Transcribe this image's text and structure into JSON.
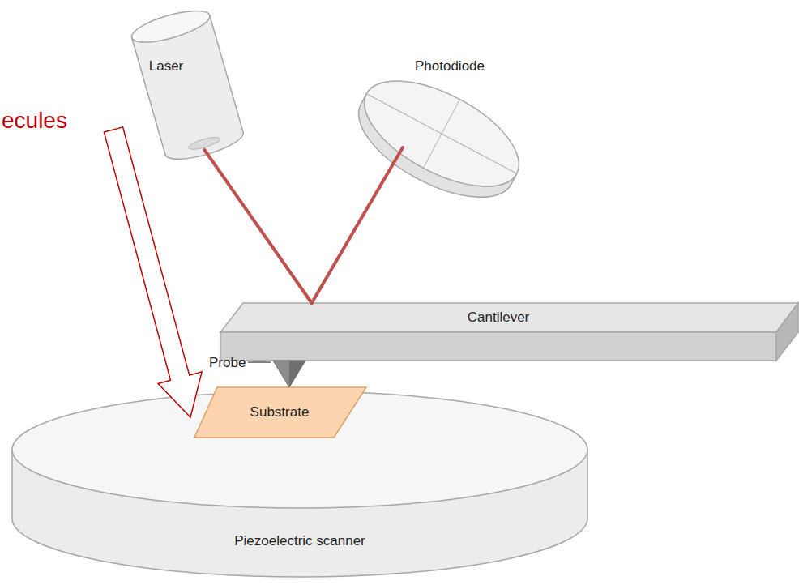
{
  "diagram": {
    "nodes": [
      {
        "text": [
          "Laser"
        ]
      },
      {
        "text": [
          "Photodiode"
        ]
      },
      {
        "text": [
          "Cantilever"
        ]
      },
      {
        "text": [
          "Piezoelectric scanner"
        ]
      },
      {
        "text": [
          "Substrate"
        ],
        "in": 3
      }
    ],
    "edges": [
      {
        "from": 0,
        "to": 2,
        "arrow": "none"
      },
      {
        "from": 2,
        "to": 1,
        "arrow": "none"
      }
    ],
    "labels": [
      "Probe",
      "ecules"
    ]
  }
}
